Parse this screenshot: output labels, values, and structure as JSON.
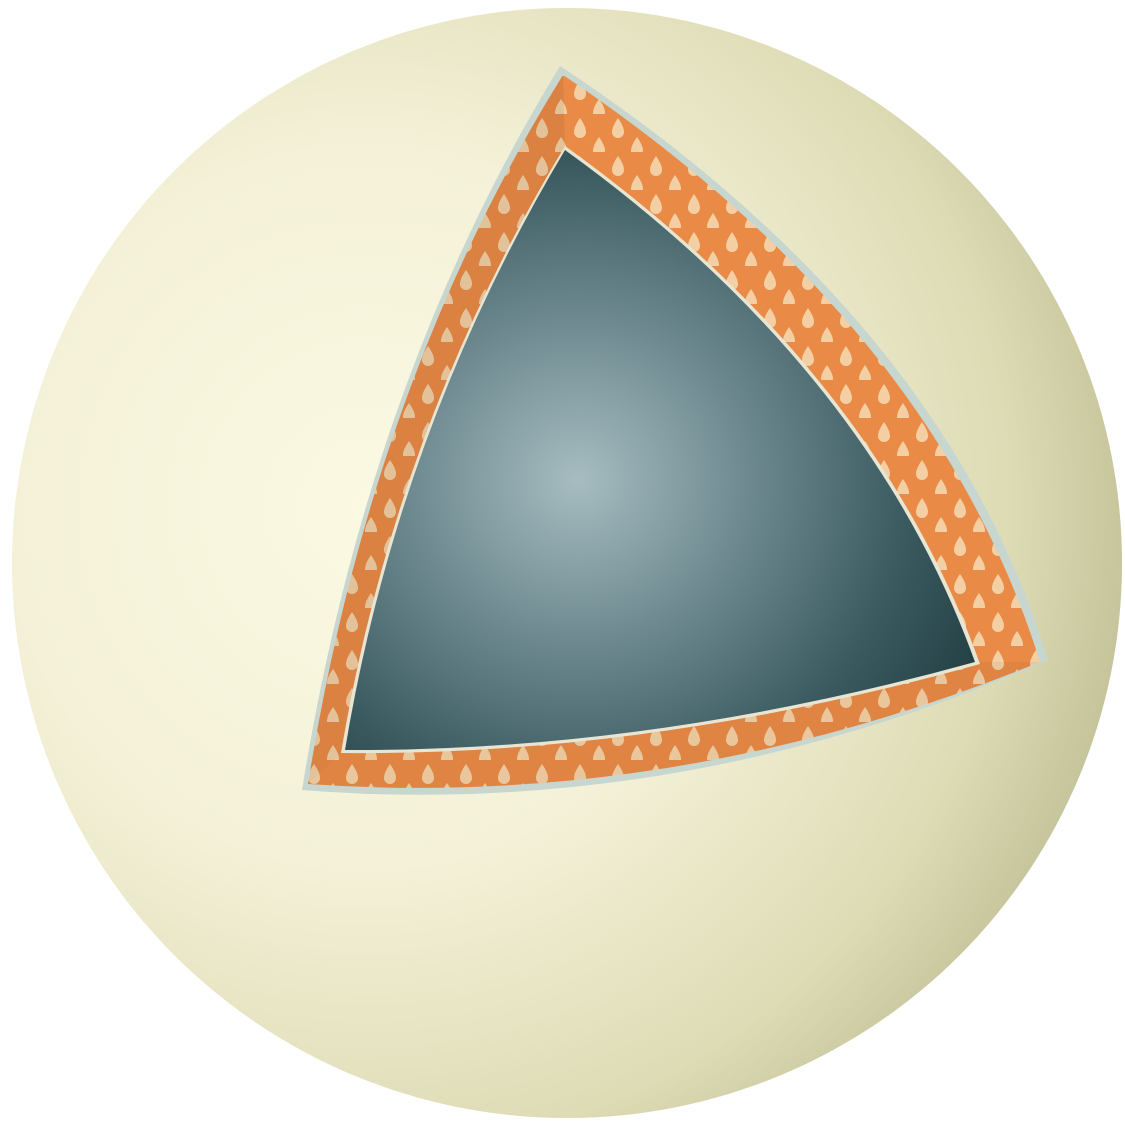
{
  "figure": {
    "subject": "sphere-cutaway",
    "layers": [
      {
        "id": "outer-shell",
        "color": "#f4f1d8"
      },
      {
        "id": "middle-layer",
        "color": "#e98a46",
        "pattern_color": "#f3cfa3"
      },
      {
        "id": "inner-core",
        "color": "#1e3a3e",
        "highlight": "#a6bcc0"
      }
    ],
    "background": "#ffffff"
  }
}
